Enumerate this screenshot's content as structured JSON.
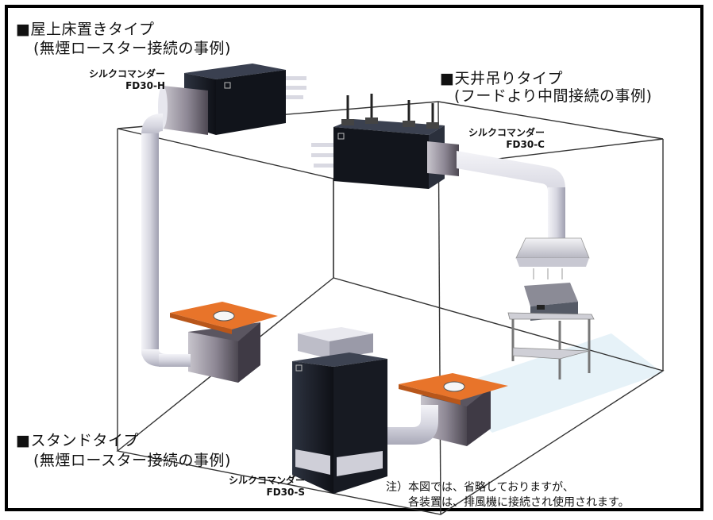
{
  "sections": {
    "rooftop": {
      "title": "■屋上床置きタイプ",
      "subtitle": "(無煙ロースター接続の事例)",
      "product_name": "シルクコマンダー",
      "product_model": "FD30-H"
    },
    "ceiling": {
      "title": "■天井吊りタイプ",
      "subtitle": "(フードより中間接続の事例)",
      "product_name": "シルクコマンダー",
      "product_model": "FD30-C"
    },
    "stand": {
      "title": "■スタンドタイプ",
      "subtitle": "(無煙ロースター接続の事例)",
      "product_name": "シルクコマンダー",
      "product_model": "FD30-S"
    }
  },
  "note": {
    "line1": "注）本図では、省略しておりますが、",
    "line2": "各装置は、排風機に接続され使用されます。"
  },
  "colors": {
    "unit_dark": "#1b1f2a",
    "duct": "#d9d9e3",
    "table_top": "#e8742a",
    "floor_tint": "#e3f1f7",
    "frame": "#000000"
  }
}
